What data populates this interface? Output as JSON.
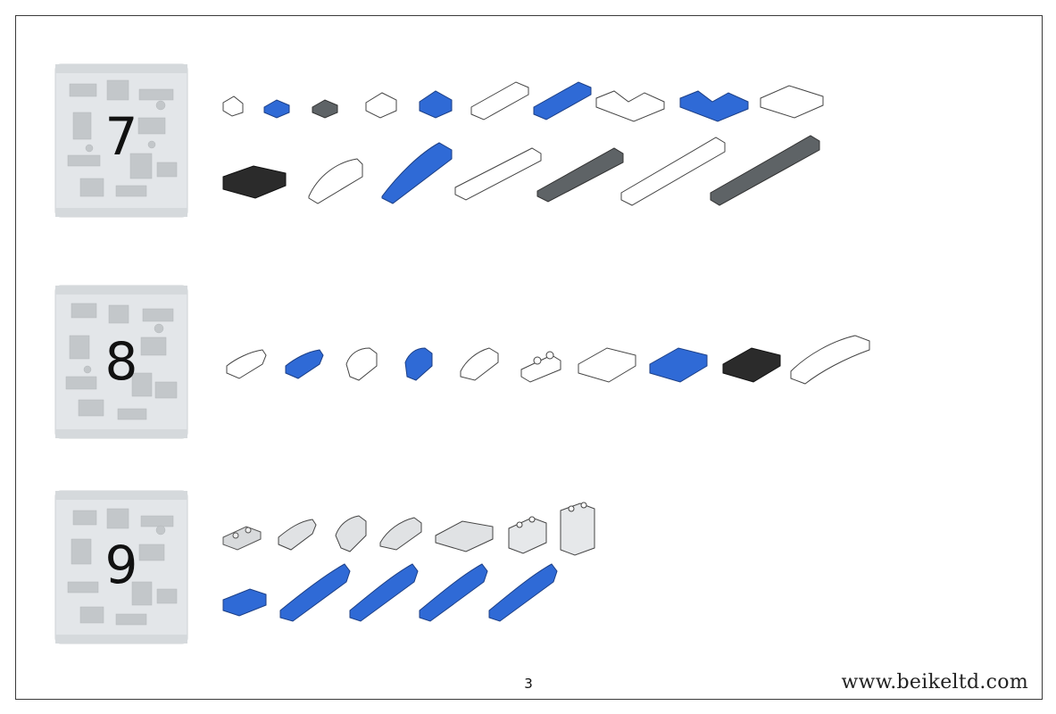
{
  "page": {
    "number": "3",
    "url": "www.beikeltd.com"
  },
  "steps": [
    {
      "bag_label": "7"
    },
    {
      "bag_label": "8"
    },
    {
      "bag_label": "9"
    }
  ],
  "colors": {
    "border": "#3a3a3a",
    "blue": "#2f6ad6",
    "dark_gray": "#5e6366",
    "black": "#2b2b2b",
    "white_part": "#ffffff",
    "bag": "#e6e9ec"
  }
}
